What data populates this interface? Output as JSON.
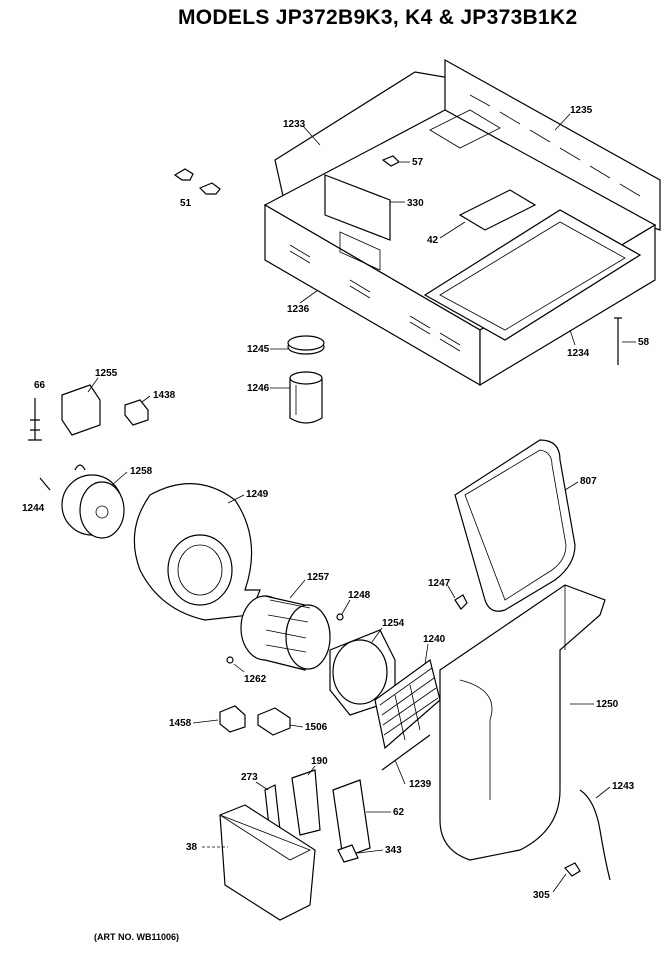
{
  "title": "MODELS JP372B9K3, K4 & JP373B1K2",
  "art_number": "(ART NO. WB11006)",
  "callouts": [
    {
      "id": "c1233",
      "label": "1233"
    },
    {
      "id": "c1235",
      "label": "1235"
    },
    {
      "id": "c57",
      "label": "57"
    },
    {
      "id": "c51",
      "label": "51"
    },
    {
      "id": "c330",
      "label": "330"
    },
    {
      "id": "c42",
      "label": "42"
    },
    {
      "id": "c1236",
      "label": "1236"
    },
    {
      "id": "c1234",
      "label": "1234"
    },
    {
      "id": "c58",
      "label": "58"
    },
    {
      "id": "c1245",
      "label": "1245"
    },
    {
      "id": "c1246",
      "label": "1246"
    },
    {
      "id": "c66",
      "label": "66"
    },
    {
      "id": "c1255",
      "label": "1255"
    },
    {
      "id": "c1438",
      "label": "1438"
    },
    {
      "id": "c1258",
      "label": "1258"
    },
    {
      "id": "c1244",
      "label": "1244"
    },
    {
      "id": "c1249",
      "label": "1249"
    },
    {
      "id": "c807",
      "label": "807"
    },
    {
      "id": "c1257",
      "label": "1257"
    },
    {
      "id": "c1248",
      "label": "1248"
    },
    {
      "id": "c1247",
      "label": "1247"
    },
    {
      "id": "c1254",
      "label": "1254"
    },
    {
      "id": "c1240",
      "label": "1240"
    },
    {
      "id": "c1262",
      "label": "1262"
    },
    {
      "id": "c1250",
      "label": "1250"
    },
    {
      "id": "c1458",
      "label": "1458"
    },
    {
      "id": "c1506",
      "label": "1506"
    },
    {
      "id": "c190",
      "label": "190"
    },
    {
      "id": "c273",
      "label": "273"
    },
    {
      "id": "c1239",
      "label": "1239"
    },
    {
      "id": "c62",
      "label": "62"
    },
    {
      "id": "c1243",
      "label": "1243"
    },
    {
      "id": "c38",
      "label": "38"
    },
    {
      "id": "c343",
      "label": "343"
    },
    {
      "id": "c305",
      "label": "305"
    }
  ]
}
